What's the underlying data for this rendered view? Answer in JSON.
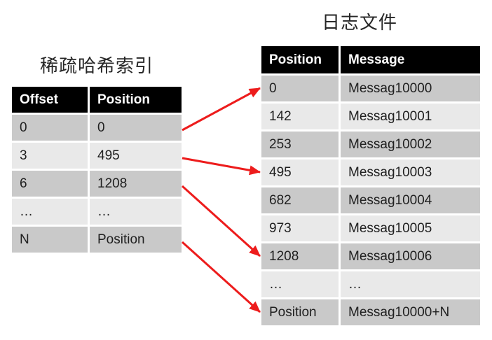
{
  "colors": {
    "header_bg": "#000000",
    "header_text": "#ffffff",
    "row_dark": "#c9c9c9",
    "row_light": "#e9e9e9",
    "cell_text": "#202020",
    "arrow": "#ed1c1c"
  },
  "index_table": {
    "title": "稀疏哈希索引",
    "headers": [
      "Offset",
      "Position"
    ],
    "rows": [
      [
        "0",
        "0"
      ],
      [
        "3",
        "495"
      ],
      [
        "6",
        "1208"
      ],
      [
        "…",
        "…"
      ],
      [
        "N",
        "Position"
      ]
    ]
  },
  "log_table": {
    "title": "日志文件",
    "headers": [
      "Position",
      "Message"
    ],
    "rows": [
      [
        "0",
        "Messag10000"
      ],
      [
        "142",
        "Messag10001"
      ],
      [
        "253",
        "Messag10002"
      ],
      [
        "495",
        "Messag10003"
      ],
      [
        "682",
        "Messag10004"
      ],
      [
        "973",
        "Messag10005"
      ],
      [
        "1208",
        "Messag10006"
      ],
      [
        "…",
        "…"
      ],
      [
        "Position",
        "Messag10000+N"
      ]
    ]
  },
  "arrows": [
    {
      "from_offset": "0",
      "to_position": "0",
      "from_row": 0,
      "to_row": 0
    },
    {
      "from_offset": "3",
      "to_position": "495",
      "from_row": 1,
      "to_row": 3
    },
    {
      "from_offset": "6",
      "to_position": "1208",
      "from_row": 2,
      "to_row": 6
    },
    {
      "from_offset": "N",
      "to_position": "Position",
      "from_row": 4,
      "to_row": 8
    }
  ]
}
